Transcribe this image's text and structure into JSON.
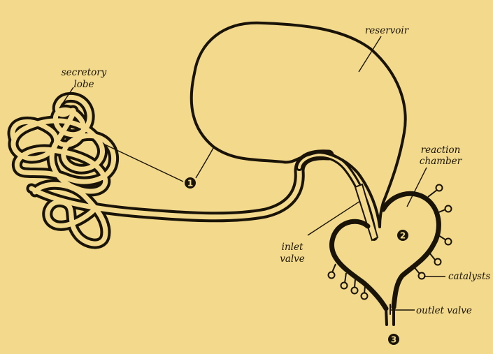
{
  "colors": {
    "background": "#f2d98b",
    "ink": "#1a1408"
  },
  "labels": {
    "secretory_lobe_line1": "secretory",
    "secretory_lobe_line2": "lobe",
    "reservoir": "reservoir",
    "reaction_chamber_line1": "reaction",
    "reaction_chamber_line2": "chamber",
    "inlet_valve_line1": "inlet",
    "inlet_valve_line2": "valve",
    "catalysts": "catalysts",
    "outlet_valve": "outlet valve"
  },
  "markers": {
    "one": "1",
    "two": "2",
    "three": "3"
  }
}
